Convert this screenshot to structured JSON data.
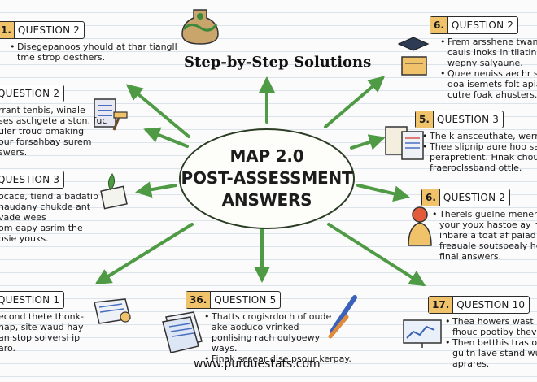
{
  "center": {
    "line1": "MAP 2.0",
    "line2": "POST-ASSESSMENT",
    "line3": "ANSWERS"
  },
  "subtitle": "Step-by-Step Solutions",
  "footer": "www.purduestats.com",
  "colors": {
    "arrow": "#4f9a44",
    "badge": "#f0c36a",
    "outline": "#2b3c24"
  },
  "questions": [
    {
      "id": "top-left",
      "number": "1.",
      "label": "QUESTION 2",
      "lines": [
        "Disegepanoos yhould at thar tiangll",
        "tme strop desthers."
      ]
    },
    {
      "id": "mid-left-1",
      "number": "",
      "label": "QUESTION 2",
      "lines": [
        "rrant tenbis, winale",
        "ses aschgete a ston, fuc",
        "uler troud omaking",
        "our forsahbay surem",
        "swers."
      ]
    },
    {
      "id": "mid-left-2",
      "number": "",
      "label": "QUESTION 3",
      "lines": [
        "ocace, tiend a badatip",
        "haudany chukde ant",
        "vade wees",
        "om eapy asrim the",
        "osie youks."
      ]
    },
    {
      "id": "bottom-left",
      "number": "",
      "label": "QUESTION 1",
      "lines": [
        "econd thete thonk-",
        "hap, site waud hay",
        "an stop solversi ip",
        "aro."
      ]
    },
    {
      "id": "bottom-center",
      "number": "36.",
      "label": "QUESTION 5",
      "lines": [
        "Thatts crogisrdoch of oude",
        "ake aoduco vrinked",
        "ponlising rach oulyoewy",
        "ways.",
        "Finak sesear dise psour kerpay."
      ]
    },
    {
      "id": "top-right",
      "number": "6.",
      "label": "QUESTION 2",
      "lines": [
        "Frem arsshene twantic",
        "cauis inoks in tilatino",
        "wepny salyaune.",
        "Quee neuiss aechr sec",
        "doa isemets folt apia",
        "cutre foak ahusters."
      ]
    },
    {
      "id": "mid-right-1",
      "number": "5.",
      "label": "QUESTION 3",
      "lines": [
        "The k ansceuthate, wern",
        "Thee slipnip aure hop sa",
        "perapretient. Finak chour g",
        "fraeroclssband ottle."
      ]
    },
    {
      "id": "mid-right-2",
      "number": "6.",
      "label": "QUESTION 2",
      "lines": [
        "Therels guelne mener",
        "your youx hastoe ay hov",
        "inbare a toat af paiad",
        "freauale soutspealy hd",
        "final answers."
      ]
    },
    {
      "id": "bottom-right",
      "number": "17.",
      "label": "QUESTION 10",
      "lines": [
        "Thea howers wast hon",
        "fhouc pootiby thevest",
        "Then betthis tras oeto",
        "guitn lave stand wuall",
        "aprares."
      ]
    }
  ],
  "icons": {
    "top": "potion-flask-icon",
    "left1": "clipboard-hammer-icon",
    "left2": "notebook-plant-icon",
    "left3": "receipt-scroll-icon",
    "bottom": "book-pages-icon",
    "bottom-right-pen": "pen-pencil-icon",
    "right1": "graduation-cap-book-icon",
    "right2": "documents-stack-icon",
    "right3": "award-trophy-icon",
    "right4": "monitor-chart-icon"
  }
}
